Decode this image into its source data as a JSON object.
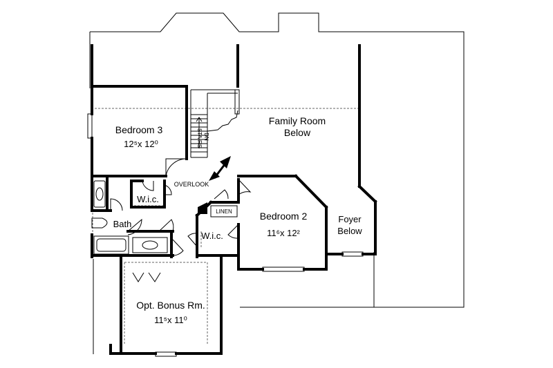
{
  "rooms": {
    "bedroom3": {
      "name": "Bedroom 3",
      "dim": "12⁵x 12⁰"
    },
    "family_room": {
      "line1": "Family Room",
      "line2": "Below"
    },
    "bedroom2": {
      "name": "Bedroom 2",
      "dim": "11⁶x 12²"
    },
    "foyer": {
      "line1": "Foyer",
      "line2": "Below"
    },
    "bonus": {
      "name": "Opt. Bonus Rm.",
      "dim": "11⁵x 11⁰"
    }
  },
  "labels": {
    "wic1": "W.i.c.",
    "wic2": "W.i.c.",
    "bath": "Bath",
    "overlook": "OVERLOOK",
    "linen": "LINEN",
    "stairs": "STAIRS",
    "dn": "DN"
  }
}
